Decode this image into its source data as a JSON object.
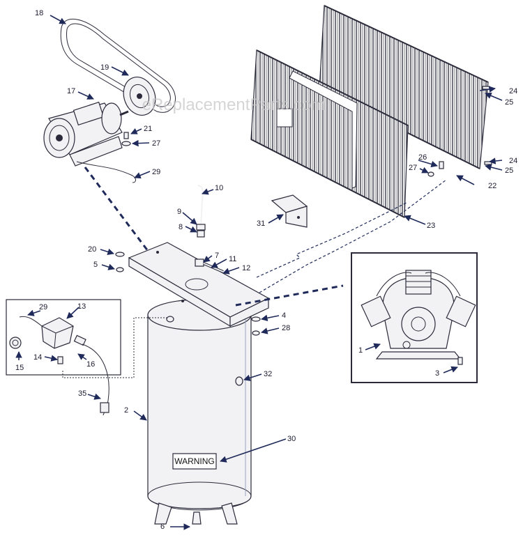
{
  "watermark": "eReplacementParts.com",
  "tank_label": "WARNING",
  "callouts": {
    "c1": "1",
    "c2": "2",
    "c3": "3",
    "c4": "4",
    "c5": "5",
    "c6": "6",
    "c7": "7",
    "c8": "8",
    "c9": "9",
    "c10": "10",
    "c11": "11",
    "c12": "12",
    "c13": "13",
    "c14": "14",
    "c15": "15",
    "c16": "16",
    "c17": "17",
    "c18": "18",
    "c19": "19",
    "c20": "20",
    "c21": "21",
    "c22": "22",
    "c23": "23",
    "c24a": "24",
    "c24b": "24",
    "c25a": "25",
    "c25b": "25",
    "c26": "26",
    "c27a": "27",
    "c27b": "27",
    "c28": "28",
    "c29a": "29",
    "c29b": "29",
    "c30": "30",
    "c31": "31",
    "c32": "32",
    "c35": "35"
  },
  "colors": {
    "ink": "#2a2a3a",
    "arrow": "#1f2a5a",
    "panel": "#f2f2f4"
  }
}
